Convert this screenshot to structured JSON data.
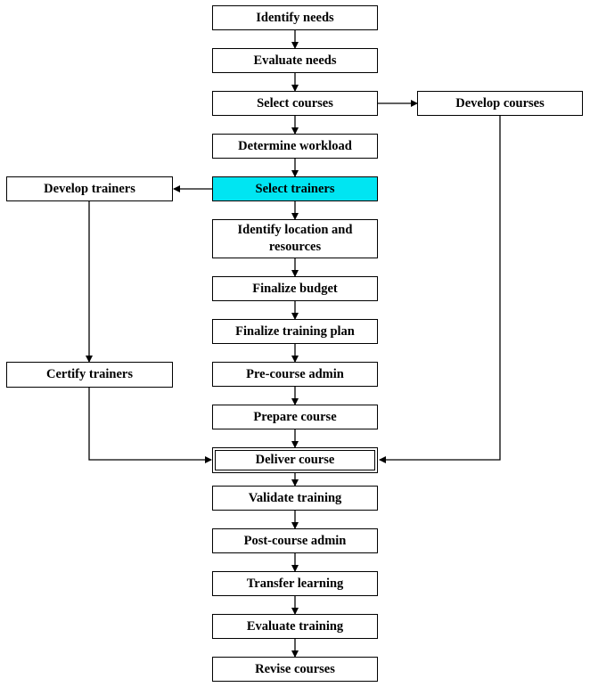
{
  "colors": {
    "highlight": "#00e5f2",
    "line": "#000000",
    "background": "#ffffff"
  },
  "nodes": {
    "identify_needs": "Identify needs",
    "evaluate_needs": "Evaluate needs",
    "select_courses": "Select courses",
    "develop_courses": "Develop courses",
    "determine_workload": "Determine workload",
    "develop_trainers": "Develop trainers",
    "select_trainers": "Select trainers",
    "identify_location": "Identify location and resources",
    "finalize_budget": "Finalize budget",
    "finalize_training_plan": "Finalize training plan",
    "certify_trainers": "Certify trainers",
    "pre_course_admin": "Pre-course admin",
    "prepare_course": "Prepare course",
    "deliver_course": "Deliver course",
    "validate_training": "Validate training",
    "post_course_admin": "Post-course admin",
    "transfer_learning": "Transfer learning",
    "evaluate_training": "Evaluate training",
    "revise_courses": "Revise courses"
  },
  "edges": [
    [
      "identify_needs",
      "evaluate_needs"
    ],
    [
      "evaluate_needs",
      "select_courses"
    ],
    [
      "select_courses",
      "develop_courses"
    ],
    [
      "select_courses",
      "determine_workload"
    ],
    [
      "determine_workload",
      "select_trainers"
    ],
    [
      "select_trainers",
      "develop_trainers"
    ],
    [
      "select_trainers",
      "identify_location"
    ],
    [
      "identify_location",
      "finalize_budget"
    ],
    [
      "finalize_budget",
      "finalize_training_plan"
    ],
    [
      "finalize_training_plan",
      "pre_course_admin"
    ],
    [
      "develop_trainers",
      "certify_trainers"
    ],
    [
      "pre_course_admin",
      "prepare_course"
    ],
    [
      "prepare_course",
      "deliver_course"
    ],
    [
      "certify_trainers",
      "deliver_course"
    ],
    [
      "develop_courses",
      "deliver_course"
    ],
    [
      "deliver_course",
      "validate_training"
    ],
    [
      "validate_training",
      "post_course_admin"
    ],
    [
      "post_course_admin",
      "transfer_learning"
    ],
    [
      "transfer_learning",
      "evaluate_training"
    ],
    [
      "evaluate_training",
      "revise_courses"
    ]
  ]
}
